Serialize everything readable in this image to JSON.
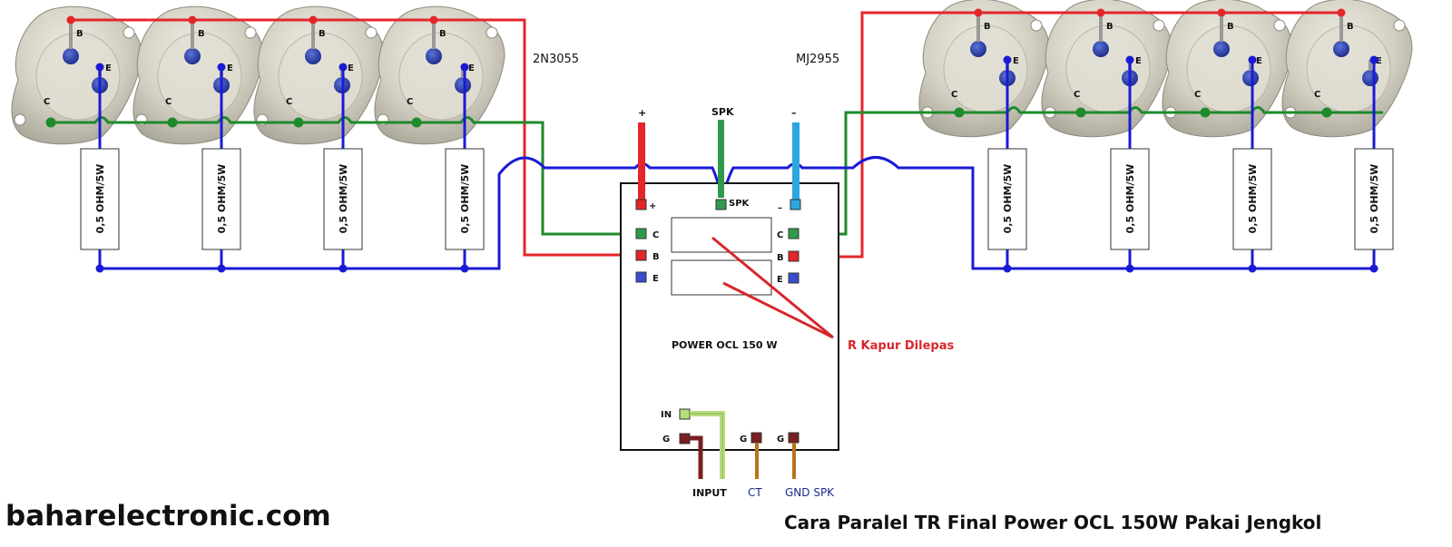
{
  "left_transistor_label": "2N3055",
  "right_transistor_label": "MJ2955",
  "pin_labels": {
    "base": "B",
    "emitter": "E",
    "collector": "C"
  },
  "resistor_label": "0,5 OHM/5W",
  "board": {
    "title": "POWER OCL 150 W",
    "plus": "+",
    "minus": "–",
    "spk": "SPK",
    "c": "C",
    "b": "B",
    "e": "E",
    "in": "IN",
    "g": "G"
  },
  "top_terminals": {
    "plus": "+",
    "spk": "SPK",
    "minus": "–"
  },
  "bottom_labels": {
    "input": "INPUT",
    "ct": "CT",
    "gnd_spk": "GND SPK"
  },
  "annotation": "R Kapur Dilepas",
  "site": "baharelectronic.com",
  "caption": "Cara Paralel TR Final Power OCL 150W Pakai Jengkol",
  "colors": {
    "red": "#e4262b",
    "green": "#1e8a2a",
    "blue": "#1a1ad6",
    "cyan": "#2aa7e0",
    "board_green": "#2e9b4b",
    "light_green": "#b7dd7a",
    "brown": "#7a1f1f",
    "copper": "#b9731c",
    "annotation": "#d8262d",
    "metal": "#d7d4c7"
  }
}
